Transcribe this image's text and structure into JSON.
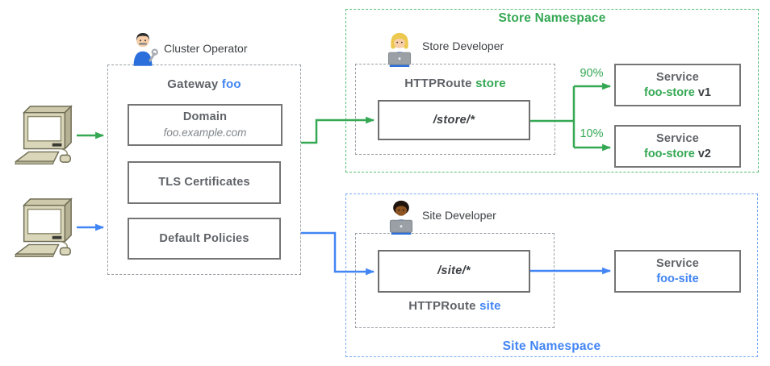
{
  "colors": {
    "green": "#34a853",
    "blue": "#4285f4",
    "box_border_gray": "#757575",
    "dashed_gray": "#9aa0a6",
    "label_gray": "#5f6368",
    "label_dark": "#3c4043",
    "value_light_gray": "#80868b"
  },
  "clients": {
    "icon": "desktop-computer",
    "top_arrow_color": "#34a853",
    "bottom_arrow_color": "#4285f4"
  },
  "cluster": {
    "persona": "Cluster Operator",
    "persona_icon": "man-mechanic-emoji",
    "title_prefix": "Gateway ",
    "title_accent": "foo",
    "domain": {
      "title": "Domain",
      "value": "foo.example.com"
    },
    "tls": "TLS Certificates",
    "policies": "Default Policies"
  },
  "store": {
    "namespace_title": "Store Namespace",
    "persona": "Store Developer",
    "persona_icon": "woman-technologist-emoji",
    "route_prefix": "HTTPRoute ",
    "route_accent": "store",
    "path": "/store/*",
    "weight_v1": "90%",
    "weight_v2": "10%",
    "service1": {
      "title": "Service",
      "accent": "foo-store",
      "version": "v1"
    },
    "service2": {
      "title": "Service",
      "accent": "foo-store",
      "version": "v2"
    }
  },
  "site": {
    "namespace_title": "Site Namespace",
    "persona": "Site Developer",
    "persona_icon": "man-technologist-dark-skin-emoji",
    "route_prefix": "HTTPRoute ",
    "route_accent": "site",
    "path": "/site/*",
    "service": {
      "title": "Service",
      "accent": "foo-site"
    }
  }
}
